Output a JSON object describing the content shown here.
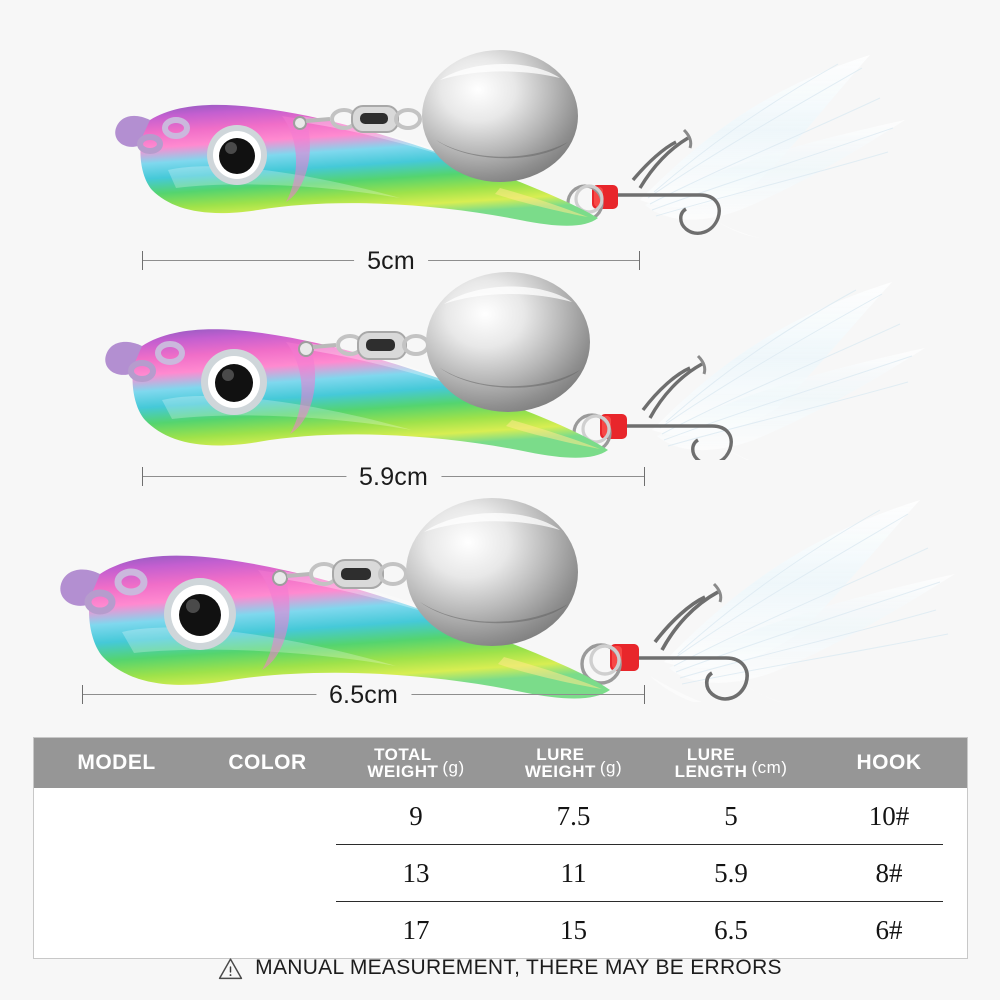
{
  "background_color": "#f7f7f7",
  "product": {
    "name": "Metal VIB spinner fishing lure with feather treble hook",
    "variants": [
      {
        "dimension_label": "5cm",
        "blade_finish": "silver",
        "body_finish": "iridescent rainbow",
        "feather_color": "white"
      },
      {
        "dimension_label": "5.9cm",
        "blade_finish": "silver",
        "body_finish": "iridescent rainbow",
        "feather_color": "white"
      },
      {
        "dimension_label": "6.5cm",
        "blade_finish": "silver",
        "body_finish": "iridescent rainbow",
        "feather_color": "white"
      }
    ]
  },
  "table": {
    "header_bg": "#969696",
    "header_text_color": "#ffffff",
    "columns": [
      {
        "label": "MODEL",
        "unit": ""
      },
      {
        "label": "COLOR",
        "unit": ""
      },
      {
        "label_line1": "TOTAL",
        "label_line2": "WEIGHT",
        "unit": "(g)"
      },
      {
        "label_line1": "LURE",
        "label_line2": "WEIGHT",
        "unit": "(g)"
      },
      {
        "label_line1": "LURE",
        "label_line2": "LENGTH",
        "unit": "(cm)"
      },
      {
        "label": "HOOK",
        "unit": ""
      }
    ],
    "rows": [
      {
        "model": "",
        "color": "",
        "total_weight": "9",
        "lure_weight": "7.5",
        "lure_length": "5",
        "hook": "10#"
      },
      {
        "model": "",
        "color": "",
        "total_weight": "13",
        "lure_weight": "11",
        "lure_length": "5.9",
        "hook": "8#"
      },
      {
        "model": "",
        "color": "",
        "total_weight": "17",
        "lure_weight": "15",
        "lure_length": "6.5",
        "hook": "6#"
      }
    ]
  },
  "footer": {
    "icon": "warning-triangle-icon",
    "note": "MANUAL MEASUREMENT, THERE MAY BE ERRORS"
  }
}
